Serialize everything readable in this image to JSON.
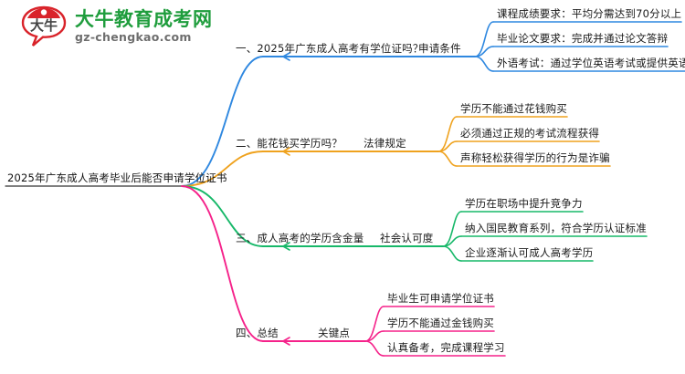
{
  "logo": {
    "mark_text": "大牛",
    "title": "大牛教育成考网",
    "subtitle": "gz-chengkao.com",
    "brand_green": "#1f9d3d",
    "brand_red": "#d9232a"
  },
  "mindmap": {
    "root": {
      "label": "2025年广东成人高考毕业后能否申请学位证书"
    },
    "branches": [
      {
        "color": "#2f88e0",
        "label": "一、2025年广东成人高考有学位证吗？",
        "sub": "申请条件",
        "leaves": [
          "课程成绩要求：平均分需达到70分以上",
          "毕业论文要求：完成并通过论文答辩",
          "外语考试：通过学位英语考试或提供英语水平证明"
        ]
      },
      {
        "color": "#efa21e",
        "label": "二、能花钱买学历吗？",
        "sub": "法律规定",
        "leaves": [
          "学历不能通过花钱购买",
          "必须通过正规的考试流程获得",
          "声称轻松获得学历的行为是诈骗"
        ]
      },
      {
        "color": "#17b869",
        "label": "三、成人高考的学历含金量",
        "sub": "社会认可度",
        "leaves": [
          "学历在职场中提升竞争力",
          "纳入国民教育系列，符合学历认证标准",
          "企业逐渐认可成人高考学历"
        ]
      },
      {
        "color": "#f5228a",
        "label": "四、总结",
        "sub": "关键点",
        "leaves": [
          "毕业生可申请学位证书",
          "学历不能通过金钱购买",
          "认真备考，完成课程学习"
        ]
      }
    ]
  }
}
